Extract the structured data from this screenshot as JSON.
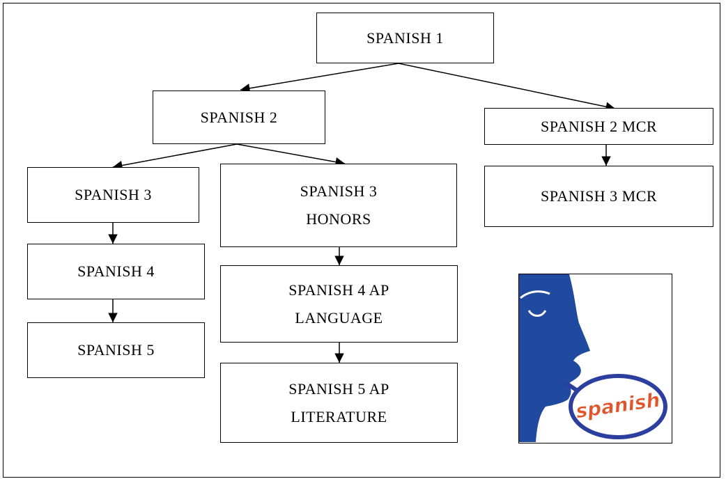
{
  "nodes": {
    "spanish1": "SPANISH 1",
    "spanish2": "SPANISH 2",
    "spanish2mcr": "SPANISH 2 MCR",
    "spanish3": "SPANISH 3",
    "spanish3honors": "SPANISH 3\nHONORS",
    "spanish3mcr": "SPANISH 3 MCR",
    "spanish4": "SPANISH 4",
    "spanish4ap": "SPANISH 4 AP\nLANGUAGE",
    "spanish5": "SPANISH 5",
    "spanish5ap": "SPANISH 5 AP\nLITERATURE"
  },
  "logo": {
    "text": "spanish",
    "colors": {
      "face": "#1f4aa0",
      "bubble": "#2c3f9e",
      "word": "#e2552a"
    }
  }
}
